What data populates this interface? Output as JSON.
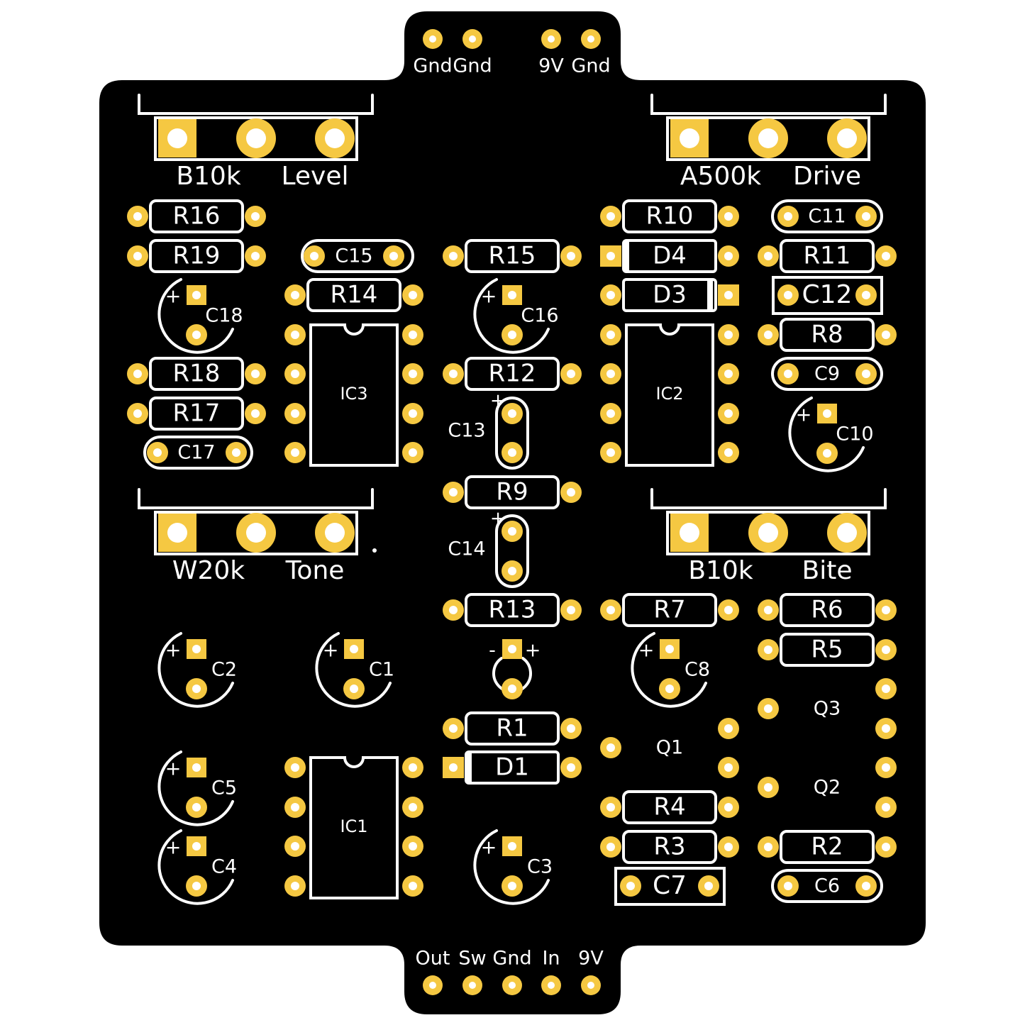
{
  "colors": {
    "board": "#000000",
    "pad": "#f5c842",
    "silkscreen": "#ffffff",
    "background": "#ffffff"
  },
  "header_top": {
    "labels": [
      "Gnd",
      "Gnd",
      "9V",
      "Gnd"
    ]
  },
  "header_bottom": {
    "labels": [
      "Out",
      "Sw",
      "Gnd",
      "In",
      "9V"
    ]
  },
  "pots": [
    {
      "value": "B10k",
      "name": "Level"
    },
    {
      "value": "A500k",
      "name": "Drive"
    },
    {
      "value": "W20k",
      "name": "Tone"
    },
    {
      "value": "B10k",
      "name": "Bite"
    }
  ],
  "resistors": [
    "R16",
    "R19",
    "R18",
    "R17",
    "R14",
    "R15",
    "R12",
    "R9",
    "R13",
    "R1",
    "R10",
    "R11",
    "R8",
    "R7",
    "R6",
    "R5",
    "R4",
    "R3",
    "R2"
  ],
  "diodes": [
    "D4",
    "D3",
    "D1"
  ],
  "ceramic_caps": [
    "C15",
    "C17",
    "C11",
    "C9",
    "C6"
  ],
  "film_caps": [
    "C12",
    "C7"
  ],
  "electrolytic_caps": [
    "C18",
    "C16",
    "C10",
    "C2",
    "C1",
    "C8",
    "C5",
    "C4",
    "C3"
  ],
  "vertical_caps": [
    "C13",
    "C14"
  ],
  "ics": [
    "IC3",
    "IC2",
    "IC1"
  ],
  "transistors": [
    "Q1",
    "Q3",
    "Q2"
  ],
  "polarity": {
    "plus": "+",
    "minus": "-"
  }
}
